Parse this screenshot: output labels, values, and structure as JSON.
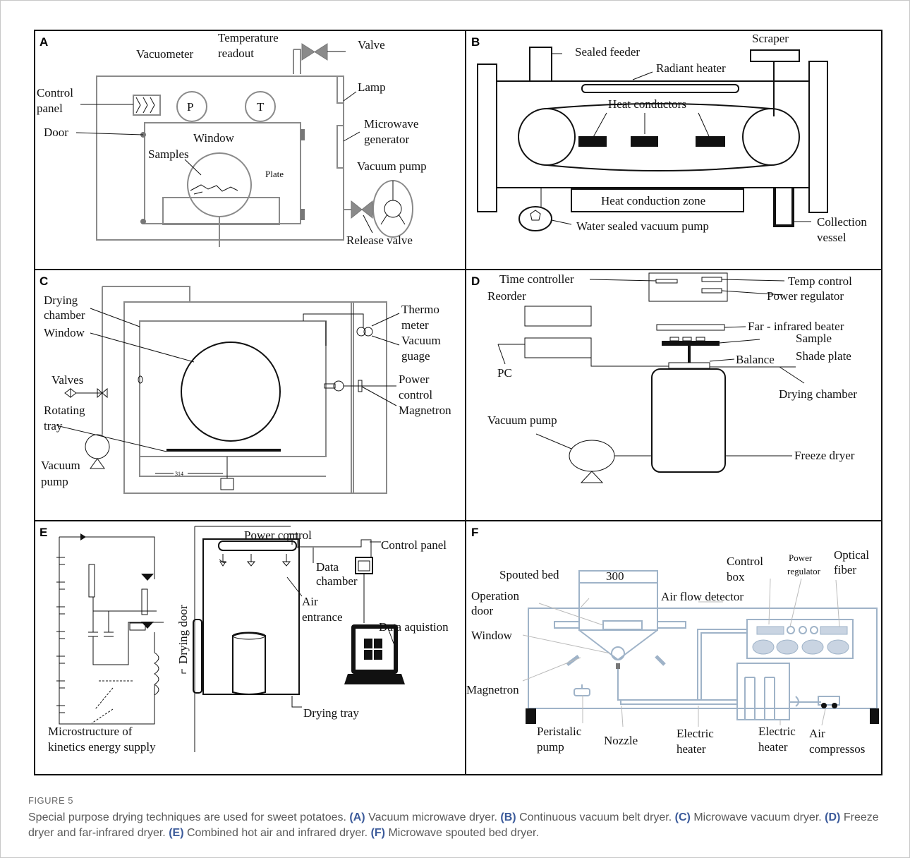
{
  "panels": {
    "A": {
      "label": "A",
      "vacuometer": "Vacuometer",
      "temp_readout_1": "Temperature",
      "temp_readout_2": "readout",
      "valve": "Valve",
      "control_panel_1": "Control",
      "control_panel_2": "panel",
      "p": "P",
      "t": "T",
      "lamp": "Lamp",
      "door": "Door",
      "window": "Window",
      "microwave_1": "Microwave",
      "microwave_2": "generator",
      "samples": "Samples",
      "plate": "Plate",
      "vacuum_pump": "Vacuum pump",
      "release_valve": "Release valve"
    },
    "B": {
      "label": "B",
      "sealed_feeder": "Sealed feeder",
      "scraper": "Scraper",
      "radiant_heater": "Radiant heater",
      "heat_conductors": "Heat conductors",
      "heat_conduction_zone": "Heat conduction zone",
      "water_sealed_pump": "Water sealed vacuum pump",
      "collection_1": "Collection",
      "collection_2": "vessel"
    },
    "C": {
      "label": "C",
      "drying_1": "Drying",
      "drying_2": "chamber",
      "window": "Window",
      "thermo_1": "Thermo",
      "thermo_2": "meter",
      "vacuum_1": "Vacuum",
      "vacuum_2": "guage",
      "valves": "Valves",
      "power_1": "Power",
      "power_2": "control",
      "magnetron": "Magnetron",
      "rotating_1": "Rotating",
      "rotating_2": "tray",
      "vacuum_pump_1": "Vacuum",
      "vacuum_pump_2": "pump",
      "dim": "314"
    },
    "D": {
      "label": "D",
      "time_controller": "Time controller",
      "temp_control": "Temp control",
      "reorder": "Reorder",
      "power_regulator": "Power regulator",
      "far_infrared": "Far - infrared beater",
      "sample": "Sample",
      "balance": "Balance",
      "shade_plate": "Shade plate",
      "pc": "PC",
      "drying_chamber": "Drying chamber",
      "vacuum_pump": "Vacuum pump",
      "freeze_dryer": "Freeze dryer"
    },
    "E": {
      "label": "E",
      "power_control": "Power control",
      "control_panel": "Control panel",
      "data_chamber_1": "Data",
      "data_chamber_2": "chamber",
      "drying_door": "Drying door",
      "air_1": "Air",
      "air_2": "entrance",
      "data_aquistion": "Data aquistion",
      "drying_tray": "Drying tray",
      "micro_1": "Microstructure of",
      "micro_2": "kinetics energy supply"
    },
    "F": {
      "label": "F",
      "spouted_bed": "Spouted bed",
      "num_300": "300",
      "control_1": "Control",
      "control_2": "box",
      "power_reg_1": "Power",
      "power_reg_2": "regulator",
      "optical_1": "Optical",
      "optical_2": "fiber",
      "operation_1": "Operation",
      "operation_2": "door",
      "air_flow": "Air flow detector",
      "window": "Window",
      "magnetron": "Magnetron",
      "peristaltic_1": "Peristalic",
      "peristaltic_2": "pump",
      "nozzle": "Nozzle",
      "electric_1": "Electric",
      "electric_2": "heater",
      "electric_3": "Electric",
      "electric_4": "heater",
      "air_comp_1": "Air",
      "air_comp_2": "compressos"
    }
  },
  "caption": {
    "figure_label": "FIGURE 5",
    "intro": "Special purpose drying techniques are used for sweet potatoes.",
    "a_tag": "(A)",
    "a_text": "Vacuum microwave dryer.",
    "b_tag": "(B)",
    "b_text": "Continuous vacuum belt dryer.",
    "c_tag": "(C)",
    "c_text": "Microwave vacuum dryer.",
    "d_tag": "(D)",
    "d_text": "Freeze dryer and far-infrared dryer.",
    "e_tag": "(E)",
    "e_text": "Combined hot air and infrared dryer.",
    "f_tag": "(F)",
    "f_text": "Microwave spouted bed dryer."
  }
}
